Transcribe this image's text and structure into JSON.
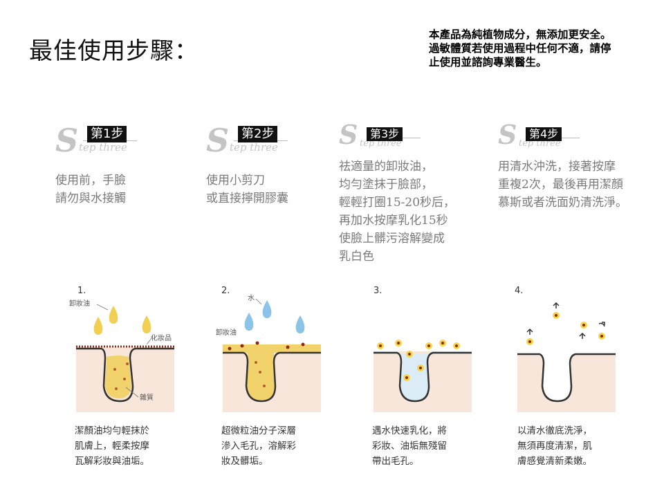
{
  "header": {
    "title": "最佳使用步驟：",
    "notice_lines": [
      "本產品為純植物成分，無添加更安全。",
      "過敏體質若使用過程中任何不適，請停",
      "止使用並諮詢專業醫生。"
    ]
  },
  "steps": [
    {
      "badge": "第1步",
      "logo_letter": "S",
      "logo_text": "tep three",
      "instructions": [
        "使用前，手臉",
        "請勿與水接觸"
      ],
      "diagram_number": "1.",
      "diagram_labels": [
        "卸妝油",
        "化妝品",
        "雜質"
      ],
      "caption": [
        "潔顏油均勻輕抹於",
        "肌膚上，輕柔按摩",
        "瓦解彩妝與油垢。"
      ]
    },
    {
      "badge": "第2步",
      "logo_letter": "S",
      "logo_text": "tep three",
      "instructions": [
        "使用小剪刀",
        "或直接擰開膠囊"
      ],
      "diagram_number": "2.",
      "diagram_labels": [
        "水",
        "卸妝油"
      ],
      "caption": [
        "超微粒油分子深層",
        "滲入毛孔，溶解彩",
        "妝及髒垢。"
      ]
    },
    {
      "badge": "第3步",
      "logo_letter": "S",
      "logo_text": "tep three",
      "instructions": [
        "祛適量的卸妝油，",
        "均勻塗抹于臉部，",
        "輕輕打圈15-20秒后，",
        "再加水按摩乳化15秒",
        "使臉上髒污溶解變成",
        "乳白色"
      ],
      "diagram_number": "3.",
      "diagram_labels": [],
      "caption": [
        "遇水快速乳化，將",
        "彩妝、油垢無殘留",
        "帶出毛孔。"
      ]
    },
    {
      "badge": "第4步",
      "logo_letter": "S",
      "logo_text": "tep three",
      "instructions": [
        "用清水沖洗，接著按摩",
        "重複2次，最後再用潔顏",
        "慕斯或者洗面奶清洗淨。"
      ],
      "diagram_number": "4.",
      "diagram_labels": [],
      "caption": [
        "以清水徹底洗淨，",
        "無須再度清潔，肌",
        "膚感覺清新柔嫩。"
      ]
    }
  ],
  "colors": {
    "skin": "#f8e6da",
    "oil": "#f2d36b",
    "water_drop": "#8cc3e8",
    "emulsion": "#dcecf7",
    "dirt_dot": "#8b2a16",
    "instruction_text": "#7a7a7a",
    "logo_gray": "#c4c4c4"
  },
  "icons": [
    "oil-drop-icon",
    "water-drop-icon",
    "up-arrow-icon"
  ]
}
